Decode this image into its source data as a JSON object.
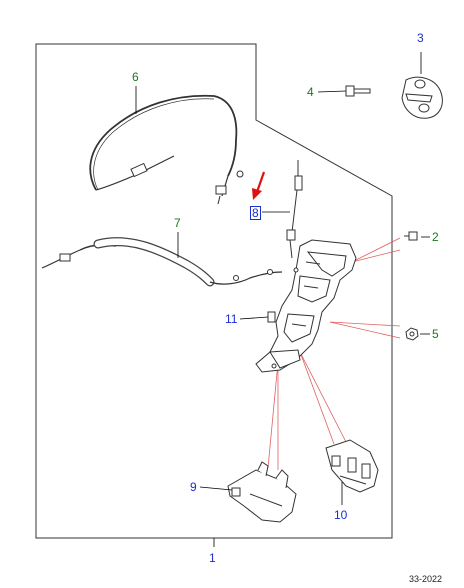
{
  "diagram": {
    "reference_code": "33-2022",
    "colors": {
      "outline": "#333333",
      "leader": "#000000",
      "explode_line": "#e06060",
      "label_green": "#1a7a1a",
      "label_blue": "#1a2fd0",
      "arrow_red": "#e01010"
    },
    "callouts": [
      {
        "id": "1",
        "text": "1",
        "color": "blue"
      },
      {
        "id": "2",
        "text": "2",
        "color": "green"
      },
      {
        "id": "3",
        "text": "3",
        "color": "blue"
      },
      {
        "id": "4",
        "text": "4",
        "color": "green"
      },
      {
        "id": "5",
        "text": "5",
        "color": "green"
      },
      {
        "id": "6",
        "text": "6",
        "color": "green"
      },
      {
        "id": "7",
        "text": "7",
        "color": "green"
      },
      {
        "id": "8",
        "text": "8",
        "color": "blue",
        "highlighted": true
      },
      {
        "id": "9",
        "text": "9",
        "color": "blue"
      },
      {
        "id": "10",
        "text": "10",
        "color": "blue"
      },
      {
        "id": "11",
        "text": "11",
        "color": "blue"
      }
    ],
    "highlight_arrow": {
      "points_to": "8",
      "color": "red",
      "icon": "red-arrow-icon"
    }
  }
}
